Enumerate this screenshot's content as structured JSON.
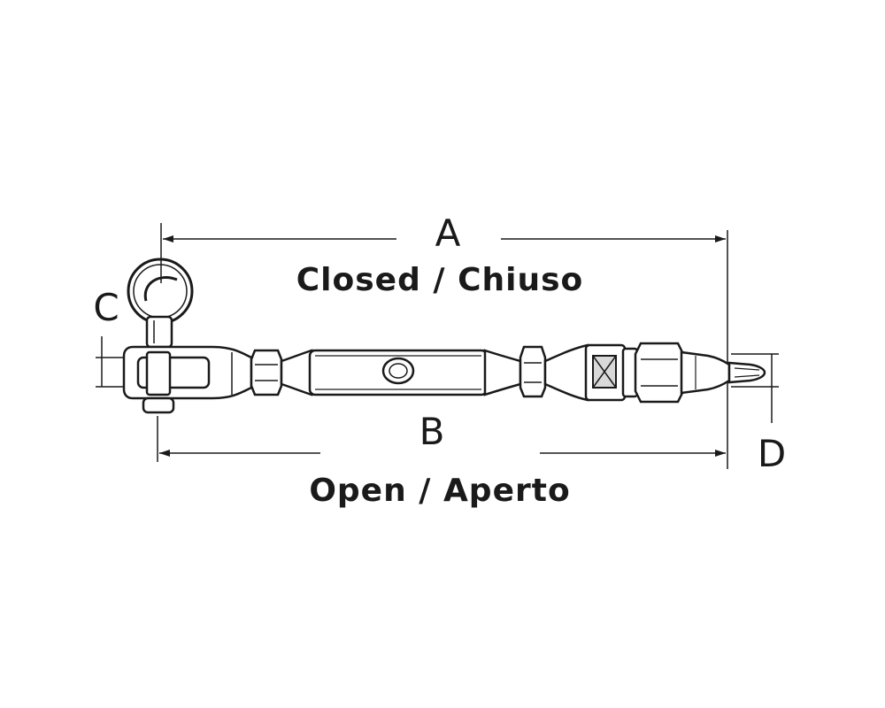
{
  "labels": {
    "dim_a": "A",
    "dim_a_caption": "Closed / Chiuso",
    "dim_b": "B",
    "dim_b_caption": "Open / Aperto",
    "dim_c": "C",
    "dim_d": "D"
  },
  "colors": {
    "line": "#1a1a1a",
    "shade": "#d9d9d9",
    "background": "#ffffff"
  }
}
